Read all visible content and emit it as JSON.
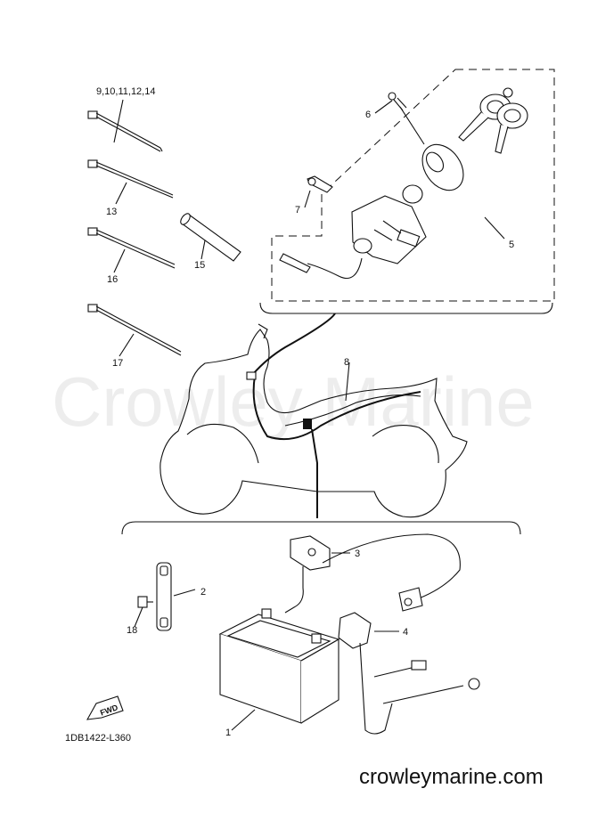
{
  "watermark": "Crowley Marine",
  "footer_site": "crowleymarine.com",
  "diagram_code": "1DB1422-L360",
  "fwd_label": "FWD",
  "callouts": {
    "c1": "1",
    "c2": "2",
    "c3": "3",
    "c4": "4",
    "c5": "5",
    "c6": "6",
    "c7": "7",
    "c8": "8",
    "c9": "9,10,11,12,14",
    "c13": "13",
    "c15": "15",
    "c16": "16",
    "c17": "17",
    "c18": "18"
  }
}
